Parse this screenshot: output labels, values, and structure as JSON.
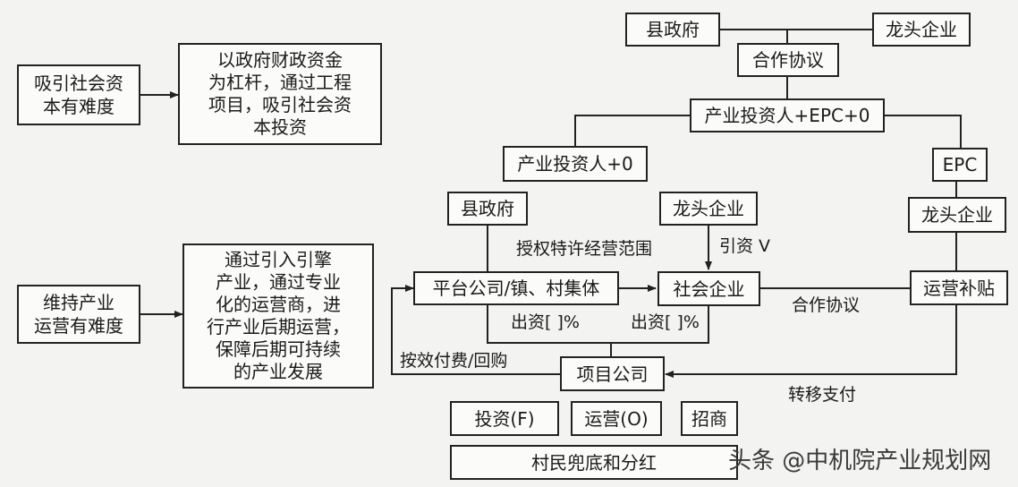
{
  "boxes": {
    "b_attract": "吸引社会资\n本有难度",
    "b_attract_desc": "以政府财政资金\n为杠杆，通过工程\n项目，吸引社会资\n本投资",
    "b_maintain": "维持产业\n运营有难度",
    "b_maintain_desc": "通过引入引擎\n产业，通过专业\n化的运营商，进\n行产业后期运营，\n保障后期可持续\n的产业发展",
    "b_county_top": "县政府",
    "b_leader_top": "龙头企业",
    "b_coop": "合作协议",
    "b_investor_epc": "产业投资人+EPC+0",
    "b_investor_0": "产业投资人+0",
    "b_epc": "EPC",
    "b_county_mid": "县政府",
    "b_leader_mid": "龙头企业",
    "b_leader_right": "龙头企业",
    "b_platform": "平台公司/镇、村集体",
    "b_social": "社会企业",
    "b_subsidy": "运营补贴",
    "b_project": "项目公司",
    "b_invest_f": "投资(F)",
    "b_operate_o": "运营(O)",
    "b_recruit": "招商",
    "b_villager": "村民兜底和分红"
  },
  "labels": {
    "l_authorize": "授权特许经营范围",
    "l_attract_v": "引资 V",
    "l_coop2": "合作协议",
    "l_fund1": "出资[ ]%",
    "l_fund2": "出资[ ]%",
    "l_pay": "按效付费/回购",
    "l_transfer": "转移支付"
  },
  "watermark": "头条 @中机院产业规划网"
}
